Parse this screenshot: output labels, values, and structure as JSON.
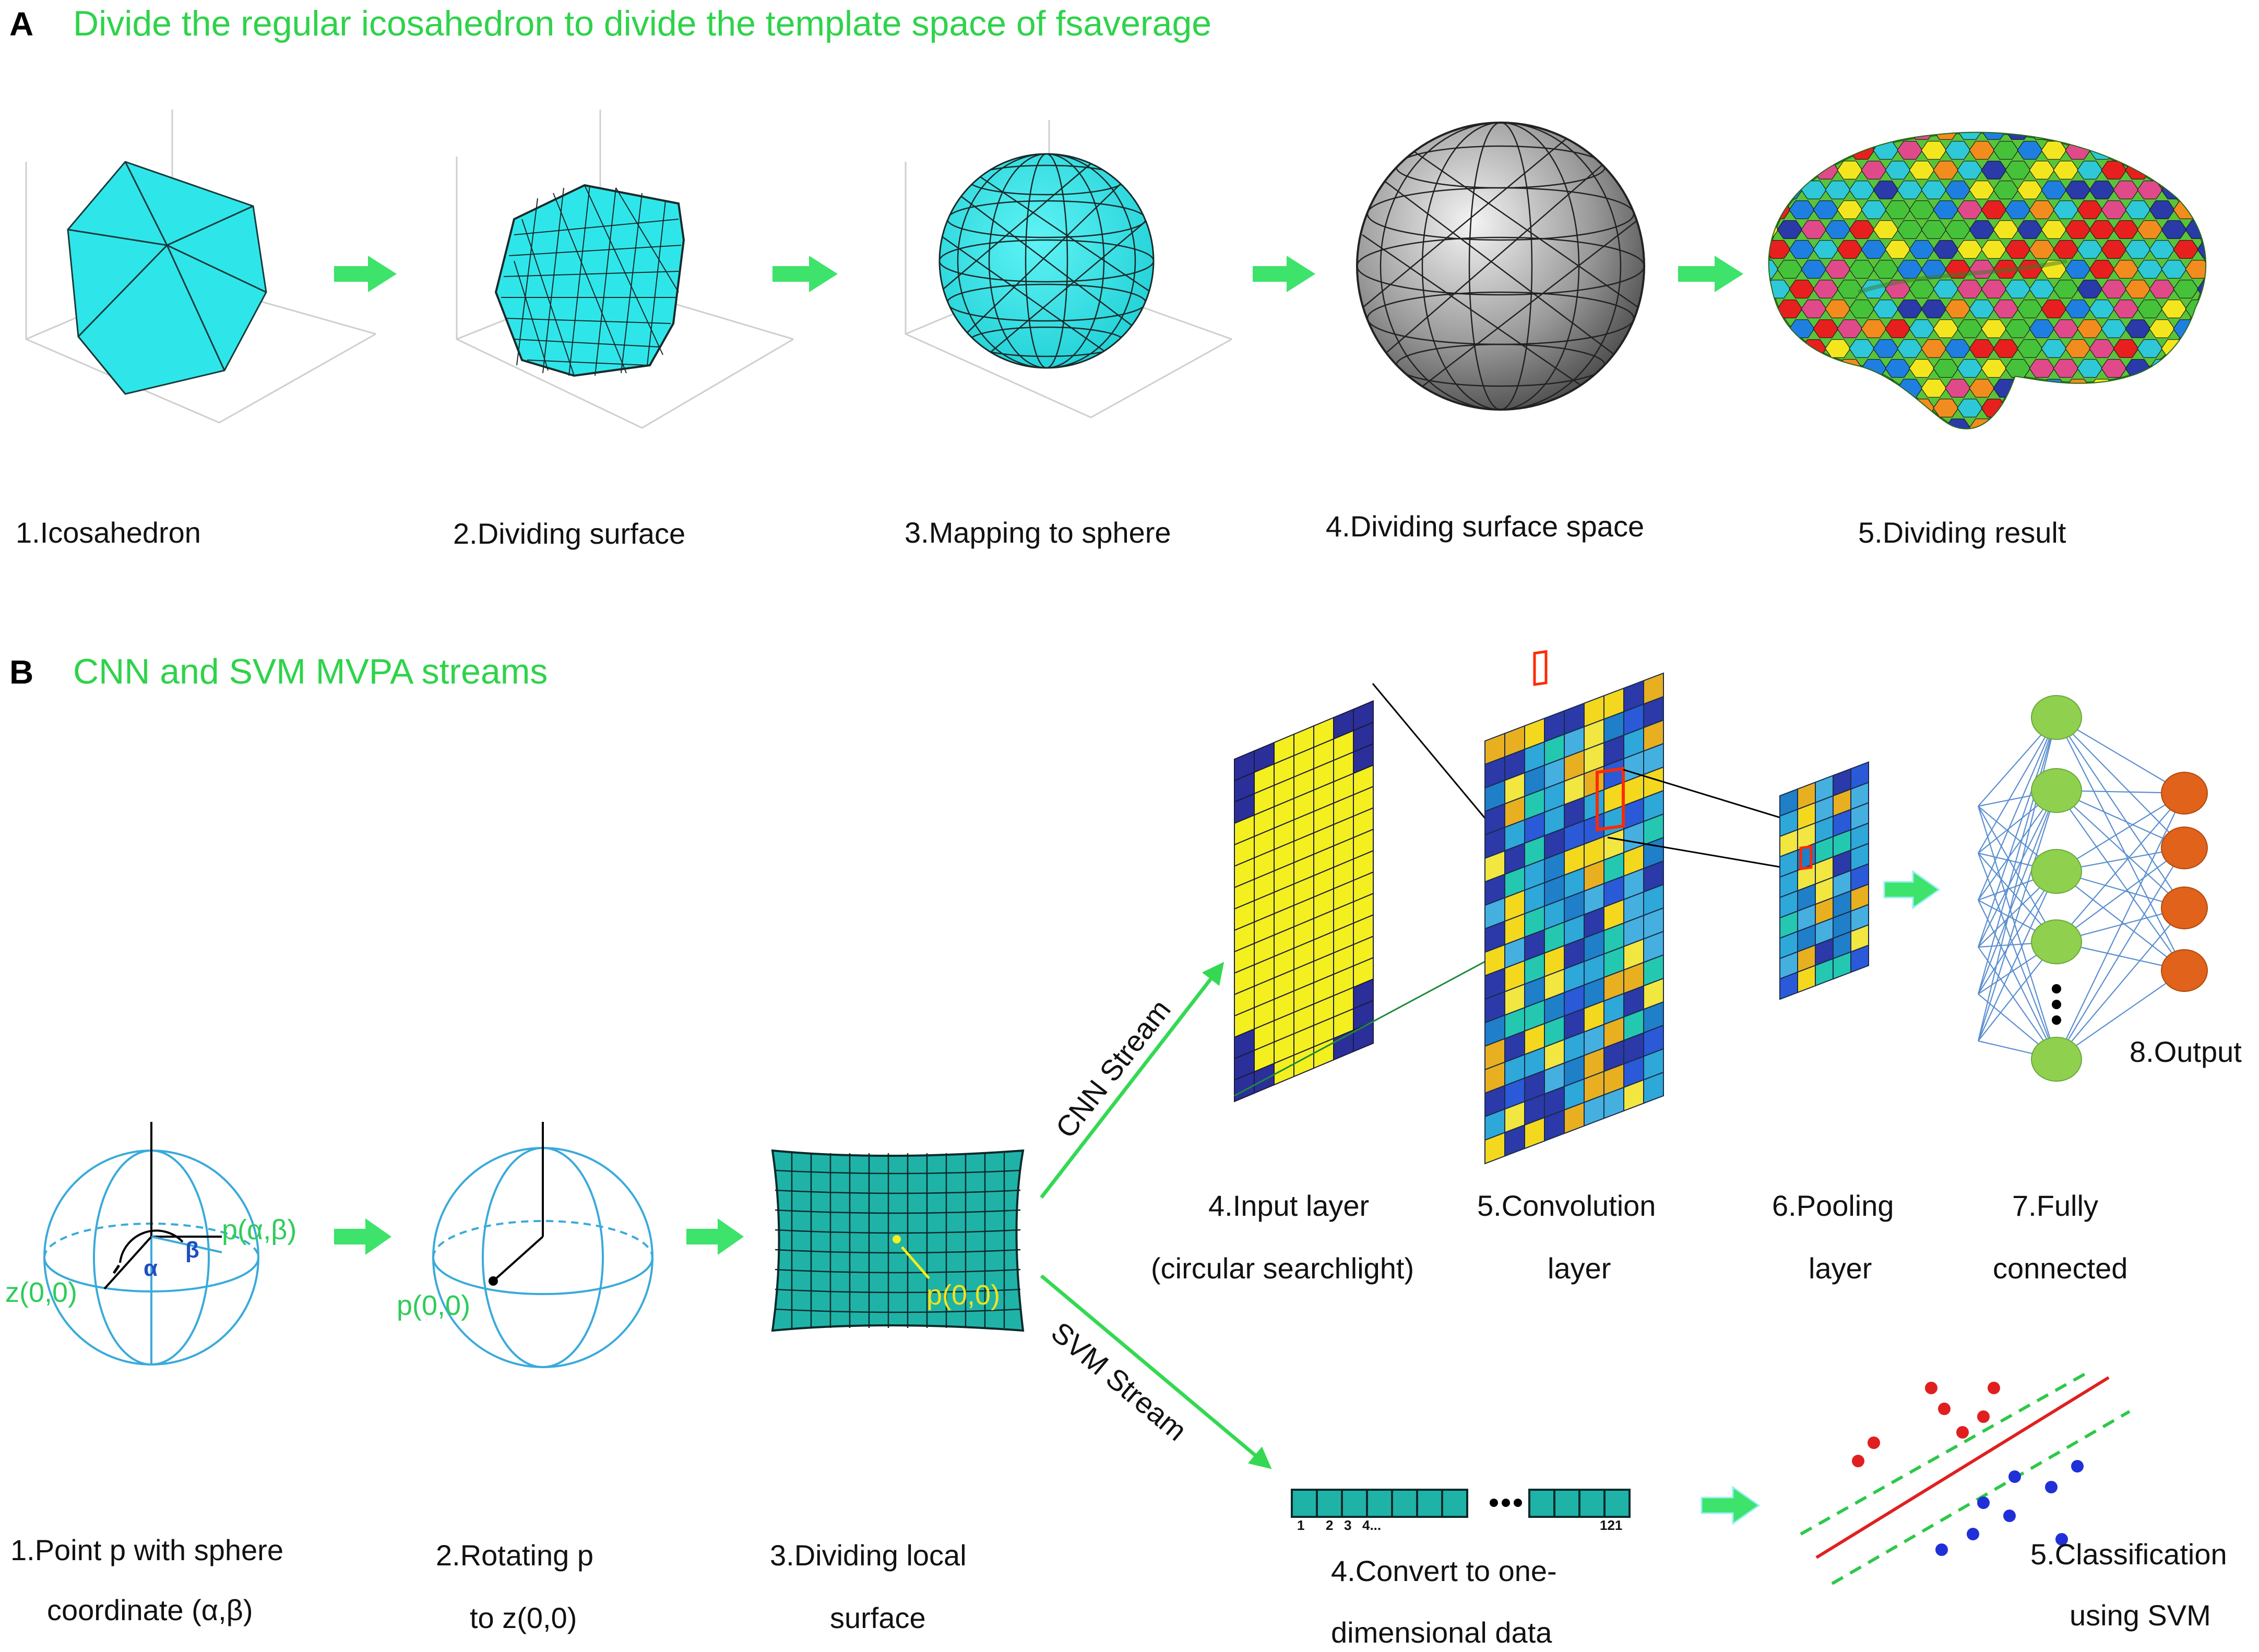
{
  "panel_a": {
    "letter": "A",
    "title": "Divide the regular icosahedron to divide the template space of fsaverage",
    "steps": [
      "1.Icosahedron",
      "2.Dividing surface",
      "3.Mapping to sphere",
      "4.Dividing surface space",
      "5.Dividing result"
    ]
  },
  "panel_b": {
    "letter": "B",
    "title": "CNN and SVM MVPA streams",
    "sphere_labels": {
      "p_ab": "p(α,β)",
      "z00": "z(0,0)",
      "alpha": "α",
      "beta": "β",
      "p00_rotated": "p(0,0)",
      "p00_surface": "p(0,0)"
    },
    "streams": {
      "cnn": "CNN Stream",
      "svm": "SVM Stream"
    },
    "steps": {
      "s1_line1": "1.Point p with sphere",
      "s1_line2": "coordinate (α,β)",
      "s2_line1": "2.Rotating p",
      "s2_line2": "to z(0,0)",
      "s3_line1": "3.Dividing local",
      "s3_line2": "surface"
    },
    "cnn_steps": {
      "input_line1": "4.Input layer",
      "input_line2": "(circular searchlight)",
      "conv_line1": "5.Convolution",
      "conv_line2": "layer",
      "pool_line1": "6.Pooling",
      "pool_line2": "layer",
      "fc_line1": "7.Fully",
      "fc_line2": "connected",
      "output": "8.Output"
    },
    "svm_steps": {
      "vector_ticks": [
        "1",
        "2",
        "3",
        "4..."
      ],
      "vector_end": "121",
      "convert_line1": "4.Convert to one-",
      "convert_line2": "dimensional data",
      "class_line1": "5.Classification",
      "class_line2": "using SVM"
    }
  },
  "colors": {
    "heading_green": "#2ed34a",
    "arrow_green": "#3de36a",
    "cyan": "#2ee6ea",
    "teal": "#1fb3a8",
    "yellow": "#f4ef1e",
    "navy": "#2b2f9a",
    "output_orange": "#e0621b",
    "fc_green": "#8fd14f",
    "svm_red": "#e02020",
    "svm_blue": "#2030d8"
  }
}
